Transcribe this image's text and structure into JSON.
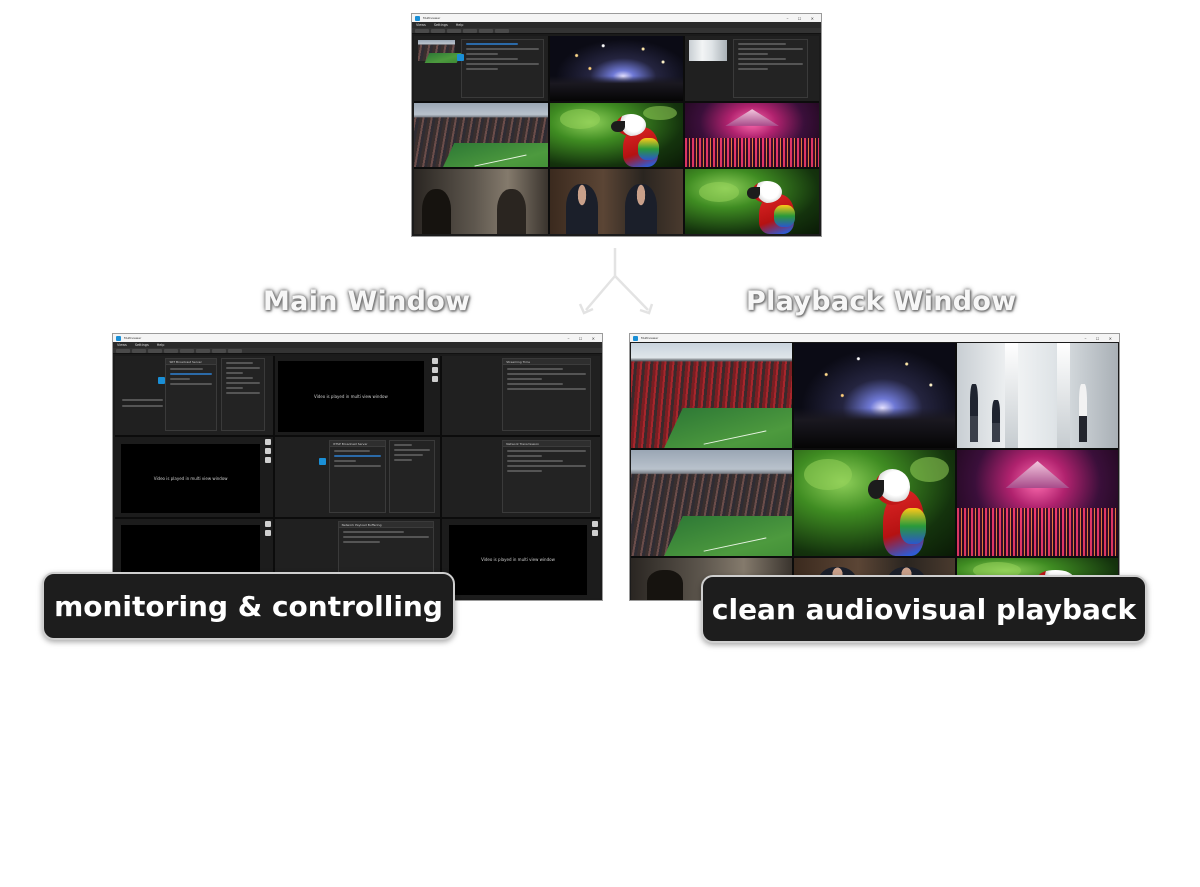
{
  "app": {
    "title": "Multiviewer",
    "menu": [
      "Views",
      "Settings",
      "Help"
    ]
  },
  "main_window": {
    "heading": "Main Window",
    "callout": "monitoring & controlling",
    "blank_tile_text": "Video is played in multi view window",
    "server_panes": [
      "SRT Broadcast Server",
      "RTSP Broadcast Server"
    ],
    "stat_panes": [
      "Streaming Time",
      "Network Transmission",
      "Network Payload Buffering"
    ]
  },
  "playback_window": {
    "heading": "Playback Window",
    "callout": "clean audiovisual playback"
  },
  "colors": {
    "accent": "#1a8fd6",
    "callout_bg": "#1d1d1d",
    "window_bg": "#1b1b1b"
  }
}
